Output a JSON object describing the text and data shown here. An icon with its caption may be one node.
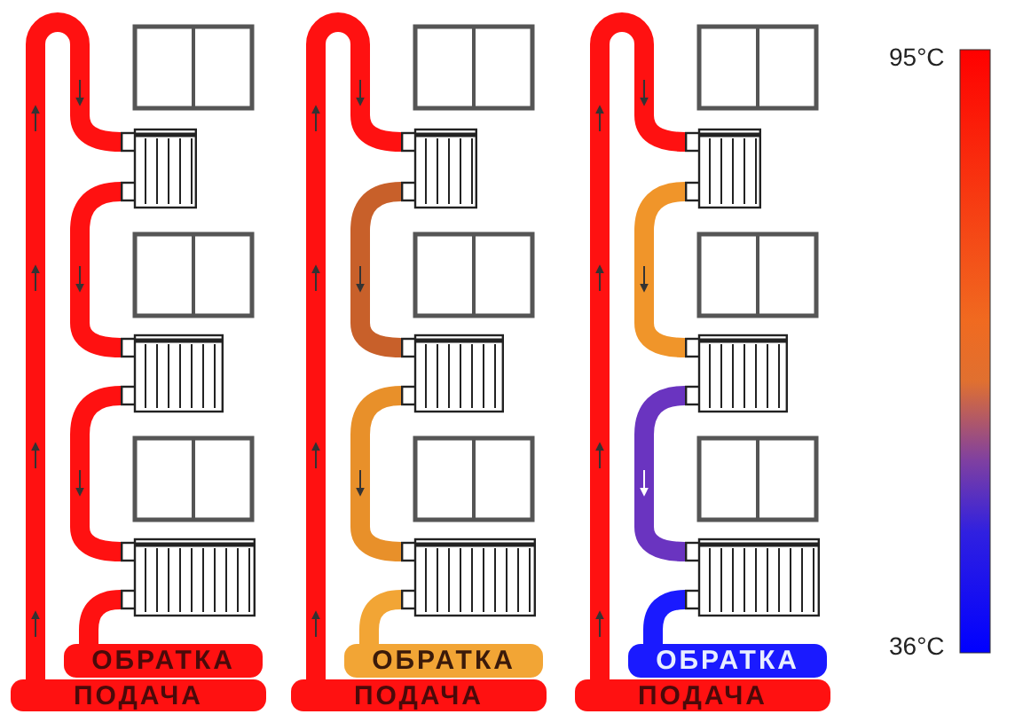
{
  "diagram": {
    "nodes": [
      {
        "text": [],
        "shape": "radiator"
      },
      {
        "text": [],
        "shape": "radiator"
      },
      {
        "text": [],
        "shape": "radiator"
      },
      {
        "text": [
          "ОБРАТКА"
        ]
      },
      {
        "text": [
          "ПОДАЧА"
        ]
      },
      {
        "text": [],
        "shape": "radiator"
      },
      {
        "text": [],
        "shape": "radiator"
      },
      {
        "text": [],
        "shape": "radiator"
      },
      {
        "text": [
          "ОБРАТКА"
        ]
      },
      {
        "text": [
          "ПОДАЧА"
        ]
      },
      {
        "text": [],
        "shape": "radiator"
      },
      {
        "text": [],
        "shape": "radiator"
      },
      {
        "text": [],
        "shape": "radiator"
      },
      {
        "text": [
          "ОБРАТКА"
        ]
      },
      {
        "text": [
          "ПОДАЧА"
        ]
      },
      {
        "text": [],
        "shape": "bar",
        "beside": [
          "95°C",
          "36°C"
        ]
      }
    ],
    "edges": [
      {
        "from": 4,
        "to": 0,
        "arrow": "none"
      },
      {
        "from": 0,
        "to": 1,
        "arrow": "none"
      },
      {
        "from": 1,
        "to": 2,
        "arrow": "none"
      },
      {
        "from": 2,
        "to": 3,
        "arrow": "none"
      },
      {
        "from": 9,
        "to": 5,
        "arrow": "none"
      },
      {
        "from": 5,
        "to": 6,
        "arrow": "none",
        "color": "#c8602a"
      },
      {
        "from": 6,
        "to": 7,
        "arrow": "none",
        "color": "#e8902a"
      },
      {
        "from": 7,
        "to": 8,
        "arrow": "none",
        "color": "#f2a535"
      },
      {
        "from": 14,
        "to": 10,
        "arrow": "none"
      },
      {
        "from": 10,
        "to": 11,
        "arrow": "none",
        "color": "#f0952a"
      },
      {
        "from": 11,
        "to": 12,
        "arrow": "none",
        "color": "#6a34c0"
      },
      {
        "from": 12,
        "to": 13,
        "arrow": "none",
        "color": "#1a1aff"
      }
    ]
  }
}
